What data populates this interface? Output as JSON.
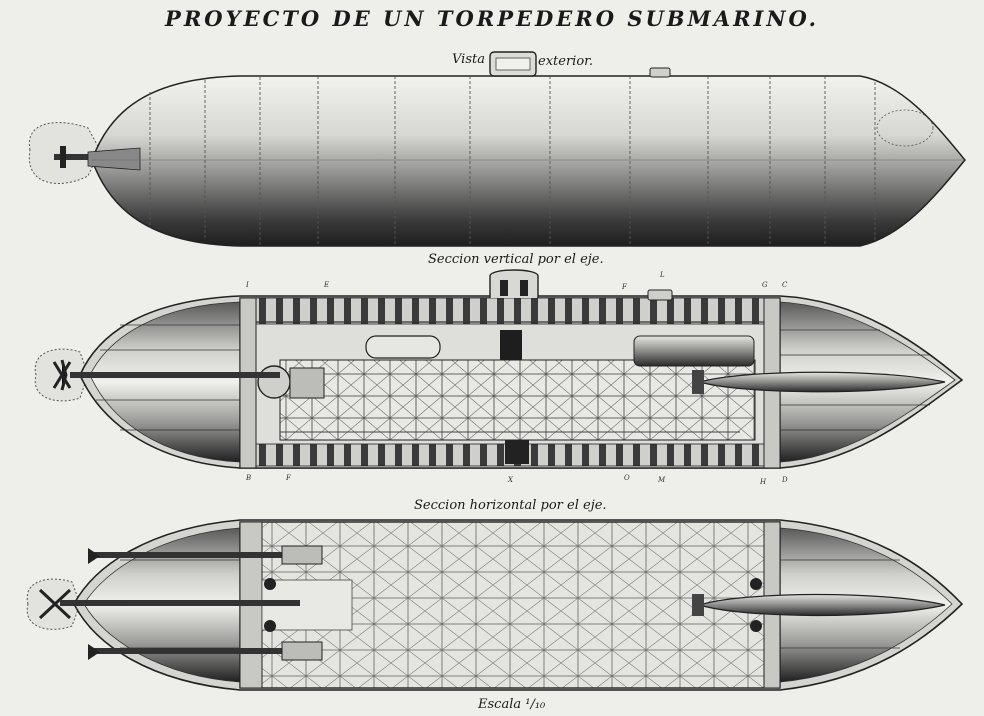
{
  "title": "PROYECTO DE UN TORPEDERO SUBMARINO.",
  "captions": {
    "exterior_left": "Vista",
    "exterior_right": "exterior.",
    "vertical": "Seccion vertical por el eje.",
    "horizontal": "Seccion horizontal por el eje.",
    "scale": "Escala ¹/₁₀"
  },
  "section_letters": {
    "top": [
      "I",
      "E",
      "F",
      "L",
      "G",
      "C"
    ],
    "bottom": [
      "B",
      "F",
      "X",
      "O",
      "M",
      "H",
      "D"
    ]
  }
}
